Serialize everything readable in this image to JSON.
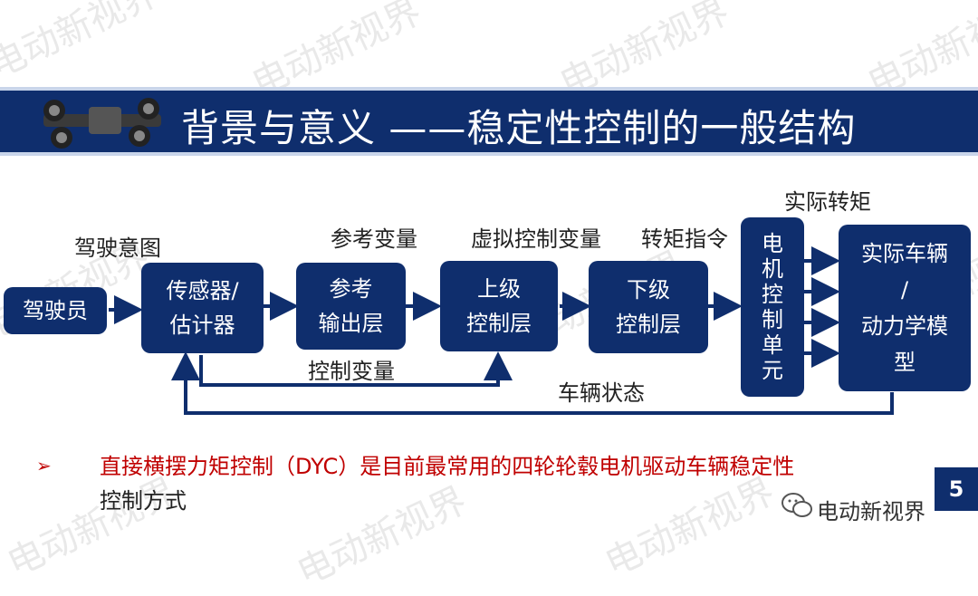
{
  "watermark": "电动新视界",
  "title": "背景与意义 ——稳定性控制的一般结构",
  "boxes": {
    "driver": "驾驶员",
    "sensor_line1": "传感器/",
    "sensor_line2": "估计器",
    "ref_line1": "参考",
    "ref_line2": "输出层",
    "upper_line1": "上级",
    "upper_line2": "控制层",
    "lower_line1": "下级",
    "lower_line2": "控制层",
    "motor_chars": [
      "电",
      "机",
      "控",
      "制",
      "单",
      "元"
    ],
    "vehicle_line1": "实际车辆",
    "vehicle_line2": "/",
    "vehicle_line3": "动力学模",
    "vehicle_line4": "型"
  },
  "labels": {
    "driver_intent": "驾驶意图",
    "ref_var": "参考变量",
    "virtual_var": "虚拟控制变量",
    "torque_cmd": "转矩指令",
    "actual_torque": "实际转矩",
    "control_var": "控制变量",
    "vehicle_state": "车辆状态"
  },
  "bullet": {
    "marker": "➢",
    "highlight": "直接横摆力矩控制（DYC）是目前最常用的四轮轮毂电机驱动车辆稳定性",
    "rest": "控制方式"
  },
  "page_number": "5",
  "brand": "电动新视界",
  "colors": {
    "navy": "#0f2e6d",
    "accent_red": "#c00000"
  }
}
